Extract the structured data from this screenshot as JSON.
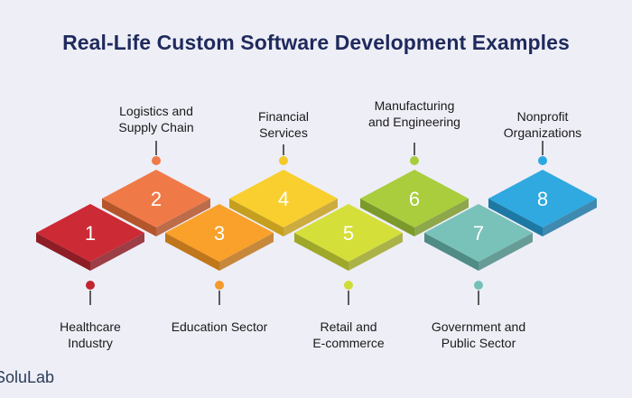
{
  "title": "Real-Life Custom Software Development Examples",
  "brand": "SoluLab",
  "steps": [
    {
      "number": "1",
      "label": "Healthcare\nIndustry",
      "position": "bottom",
      "top": "#cc2a35",
      "side": "#8e1d26",
      "dot": "#c0262f"
    },
    {
      "number": "2",
      "label": "Logistics and\nSupply Chain",
      "position": "top",
      "top": "#ef7a47",
      "side": "#b4552b",
      "dot": "#ef7a47"
    },
    {
      "number": "3",
      "label": "Education Sector",
      "position": "bottom",
      "top": "#f9a12a",
      "side": "#c0761a",
      "dot": "#f39a2a"
    },
    {
      "number": "4",
      "label": "Financial\nServices",
      "position": "top",
      "top": "#f8cf2e",
      "side": "#c69f1e",
      "dot": "#f4c92c"
    },
    {
      "number": "5",
      "label": "Retail and\nE-commerce",
      "position": "bottom",
      "top": "#d4df3a",
      "side": "#9fa829",
      "dot": "#cfdc35"
    },
    {
      "number": "6",
      "label": "Manufacturing\nand Engineering",
      "position": "top",
      "top": "#a9cd3d",
      "side": "#7c9a2b",
      "dot": "#a8cd3c"
    },
    {
      "number": "7",
      "label": "Government and\nPublic Sector",
      "position": "bottom",
      "top": "#78c2b9",
      "side": "#4f8c85",
      "dot": "#74c0b7"
    },
    {
      "number": "8",
      "label": "Nonprofit\nOrganizations",
      "position": "top",
      "top": "#2fa9df",
      "side": "#1e78a4",
      "dot": "#2ba8e0"
    }
  ]
}
